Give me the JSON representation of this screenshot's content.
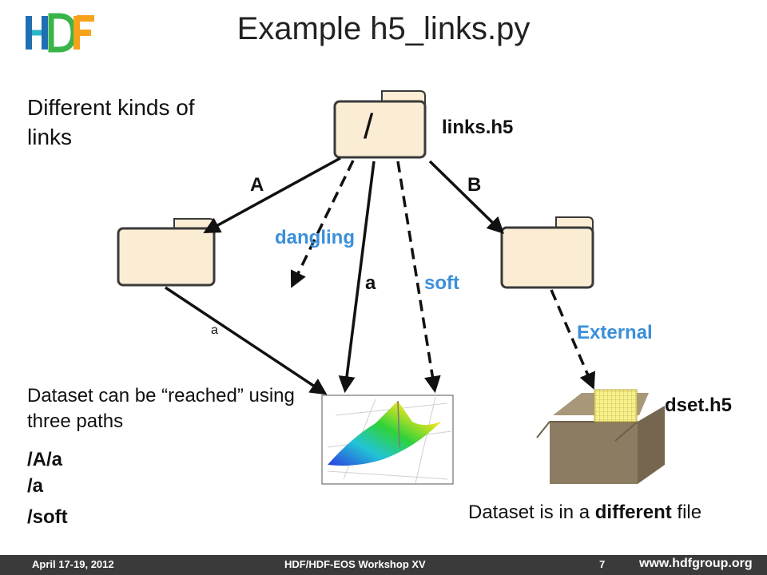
{
  "slide": {
    "title": "Example h5_links.py",
    "lead": "Different kinds of links",
    "root_label": "/",
    "file_main": "links.h5",
    "link_A": "A",
    "link_B": "B",
    "link_dangling": "dangling",
    "link_a_root": "a",
    "link_soft": "soft",
    "link_a_group": "a",
    "link_external": "External",
    "file_external": "dset.h5",
    "paths_intro": "Dataset can be “reached” using three paths",
    "paths": [
      "/A/a",
      "/a",
      "/soft"
    ],
    "note_prefix": "Dataset is in a ",
    "note_bold": "different",
    "note_suffix": " file"
  },
  "footer": {
    "date": "April 17-19, 2012",
    "event": "HDF/HDF-EOS Workshop XV",
    "page": "7",
    "url": "www.hdfgroup.org"
  },
  "colors": {
    "folder_fill": "#fbecd4",
    "folder_stroke": "#3a3a3a",
    "accent_blue": "#3b8fd9",
    "box": "#8c7c62",
    "grid_yellow": "#f6f08a"
  }
}
